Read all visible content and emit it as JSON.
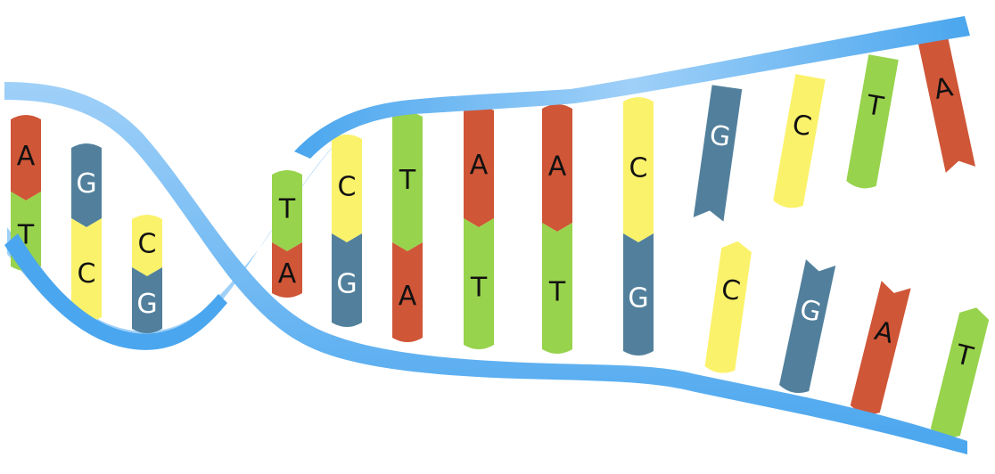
{
  "colors": {
    "A": "#cf5637",
    "T": "#98d34d",
    "C": "#fbf26b",
    "G": "#52809c",
    "backbone": "#4aa6ee",
    "backbone_light": "#9fd0f8",
    "letter_dark": "#111111",
    "letter_light": "#ffffff"
  },
  "pairs": [
    {
      "top": "A",
      "bottom": "T"
    },
    {
      "top": "G",
      "bottom": "C"
    },
    {
      "top": "C",
      "bottom": "G"
    },
    {
      "top": "T",
      "bottom": "A"
    },
    {
      "top": "C",
      "bottom": "G"
    },
    {
      "top": "T",
      "bottom": "A"
    },
    {
      "top": "A",
      "bottom": "T"
    },
    {
      "top": "A",
      "bottom": "T"
    },
    {
      "top": "C",
      "bottom": "G"
    }
  ],
  "unpaired_top": [
    "G",
    "C",
    "T",
    "A"
  ],
  "unpaired_bottom": [
    "C",
    "G",
    "A",
    "T"
  ]
}
